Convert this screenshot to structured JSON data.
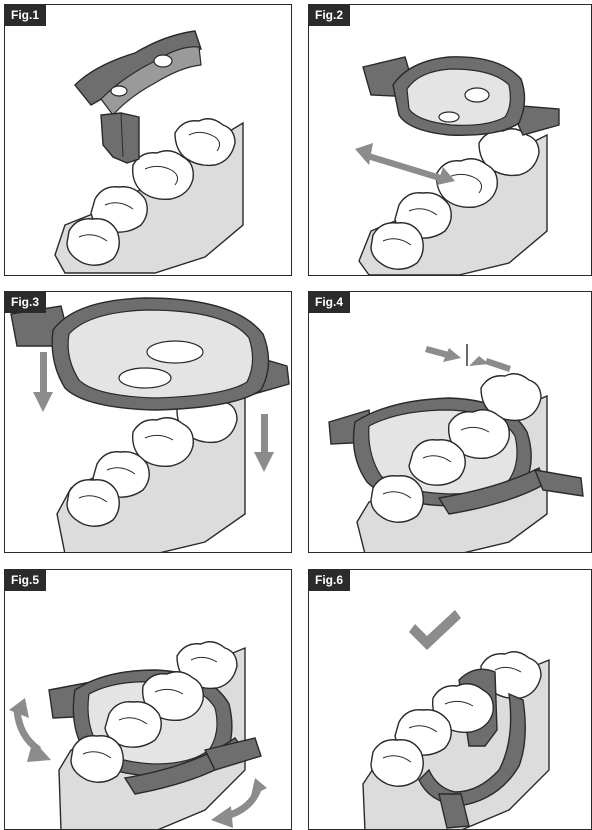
{
  "figures": [
    {
      "label": "Fig.1"
    },
    {
      "label": "Fig.2"
    },
    {
      "label": "Fig.3"
    },
    {
      "label": "Fig.4"
    },
    {
      "label": "Fig.5"
    },
    {
      "label": "Fig.6"
    }
  ],
  "colors": {
    "band": "#6e6e6e",
    "band_light": "#9a9a9a",
    "tooth": "#ffffff",
    "gum": "#dcdcdc",
    "outline": "#2a2a2a",
    "arrow": "#8c8c8c",
    "label_bg": "#2b2b2b",
    "label_text": "#ffffff"
  },
  "icons": [
    "double-arrow-icon",
    "down-arrow-icon",
    "press-arrows-icon",
    "curved-arrow-icon",
    "checkmark-icon"
  ]
}
